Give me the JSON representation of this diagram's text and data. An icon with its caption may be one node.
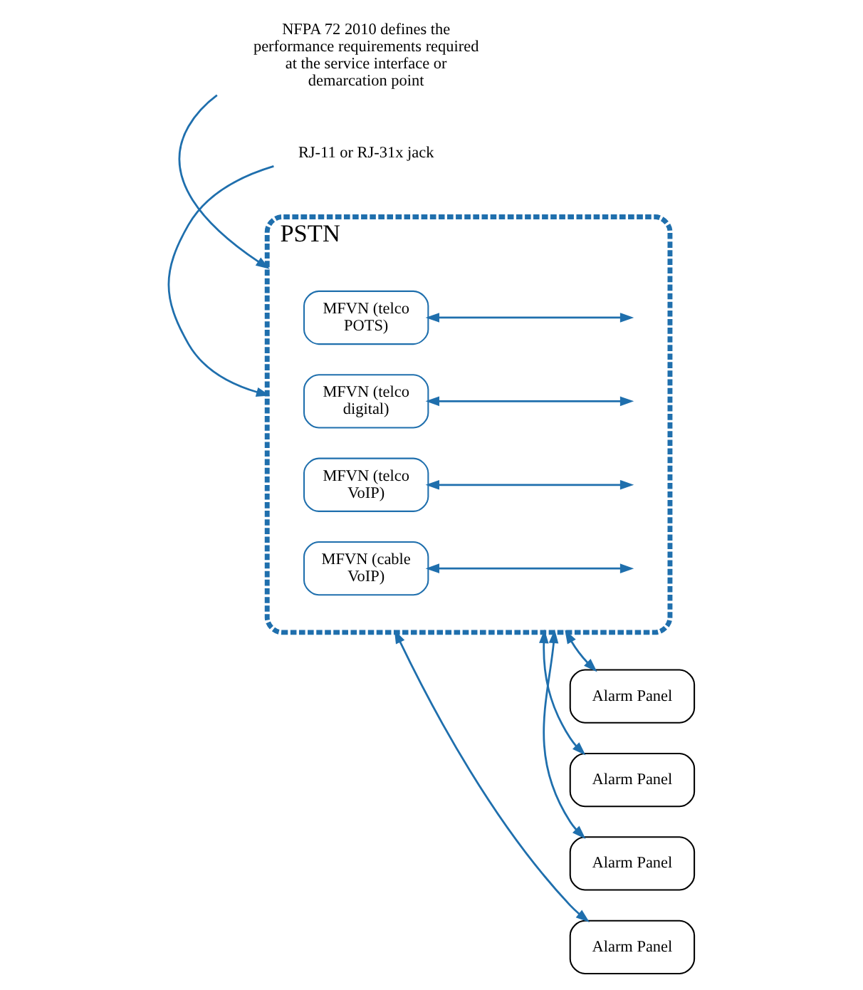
{
  "diagram": {
    "nodes": [
      {
        "text": [
          "PSTN"
        ]
      },
      {
        "text": [
          "MFVN (telco POTS)"
        ],
        "in": 0
      },
      {
        "text": [
          "MFVN (telco digital)"
        ],
        "in": 0
      },
      {
        "text": [
          "MFVN (telco VoIP)"
        ],
        "in": 0
      },
      {
        "text": [
          "MFVN (cable VoIP)"
        ],
        "in": 0
      },
      {
        "text": [
          "Alarm Panel"
        ]
      },
      {
        "text": [
          "Alarm Panel"
        ]
      },
      {
        "text": [
          "Alarm Panel"
        ]
      },
      {
        "text": [
          "Alarm Panel"
        ]
      },
      {
        "text": [
          "NFPA 72 2010 defines the performance requirements required at the service interface or demarcation point"
        ]
      },
      {
        "text": [
          "RJ-11 or RJ-31x jack"
        ]
      }
    ],
    "edges": [
      {
        "from": 1,
        "to": null,
        "arrow": "both"
      },
      {
        "from": 0,
        "to": 5,
        "arrow": "both"
      },
      {
        "from": 2,
        "to": null,
        "arrow": "both"
      },
      {
        "from": 0,
        "to": 6,
        "arrow": "both"
      },
      {
        "from": 3,
        "to": null,
        "arrow": "both"
      },
      {
        "from": 0,
        "to": 7,
        "arrow": "both"
      },
      {
        "from": 4,
        "to": null,
        "arrow": "both"
      },
      {
        "from": 0,
        "to": 8,
        "arrow": "both"
      },
      {
        "from": 9,
        "to": 0,
        "arrow": "to"
      },
      {
        "from": 10,
        "to": 0,
        "arrow": "to"
      }
    ]
  }
}
